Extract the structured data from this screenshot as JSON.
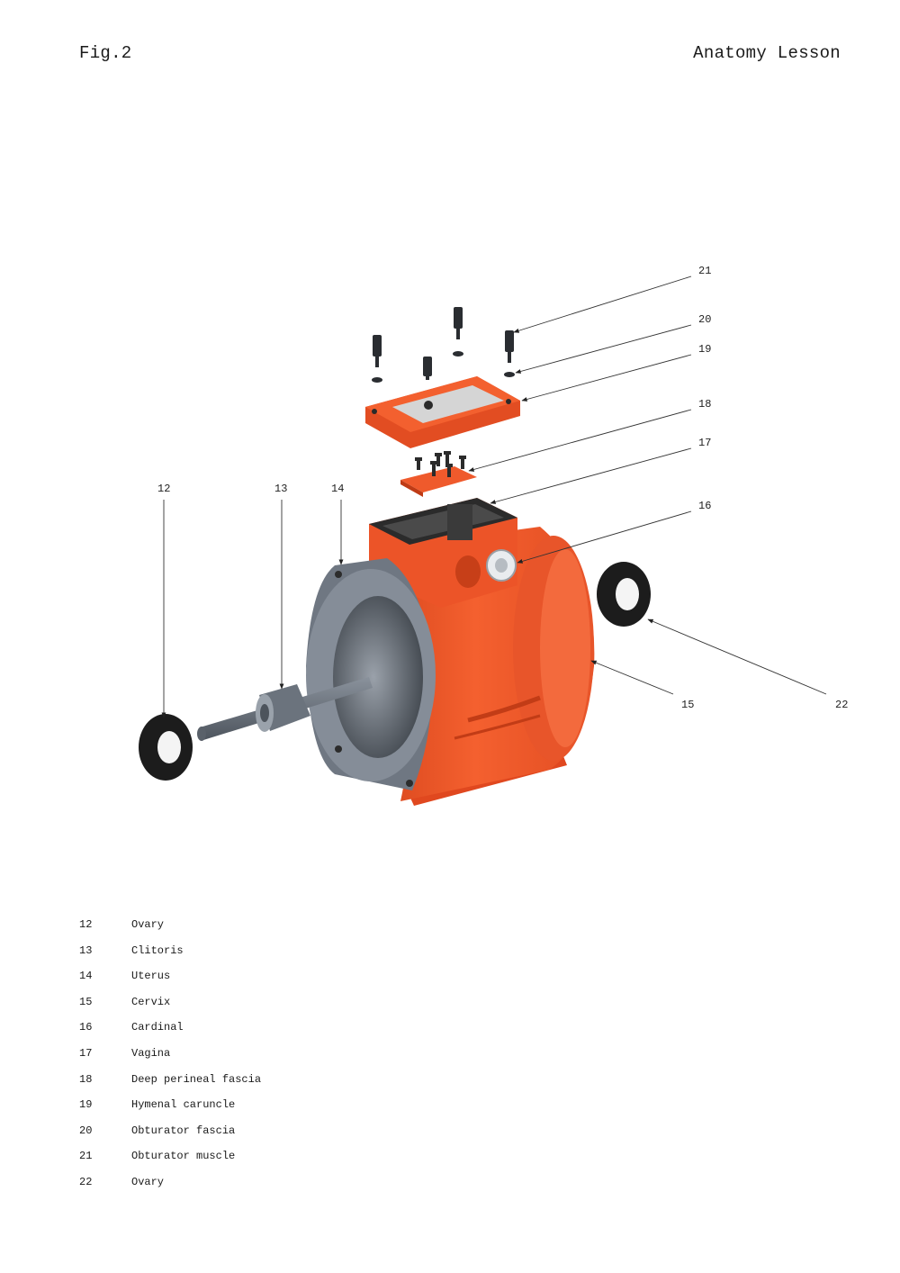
{
  "header": {
    "figure_label": "Fig.2",
    "title": "Anatomy Lesson"
  },
  "callouts": [
    "21",
    "20",
    "19",
    "18",
    "17",
    "16",
    "12",
    "13",
    "14",
    "15",
    "22"
  ],
  "legend": [
    {
      "number": "12",
      "name": "Ovary"
    },
    {
      "number": "13",
      "name": "Clitoris"
    },
    {
      "number": "14",
      "name": "Uterus"
    },
    {
      "number": "15",
      "name": "Cervix"
    },
    {
      "number": "16",
      "name": "Cardinal"
    },
    {
      "number": "17",
      "name": "Vagina"
    },
    {
      "number": "18",
      "name": "Deep perineal fascia"
    },
    {
      "number": "19",
      "name": "Hymenal caruncle"
    },
    {
      "number": "20",
      "name": "Obturator fascia"
    },
    {
      "number": "21",
      "name": "Obturator muscle"
    },
    {
      "number": "22",
      "name": "Ovary"
    }
  ],
  "colors": {
    "housing_orange": "#f0552a",
    "housing_shadow": "#c63d17",
    "steel_gray": "#6d7580",
    "black_ring": "#1c1c1c",
    "plate_gray": "#d7d7d7"
  }
}
